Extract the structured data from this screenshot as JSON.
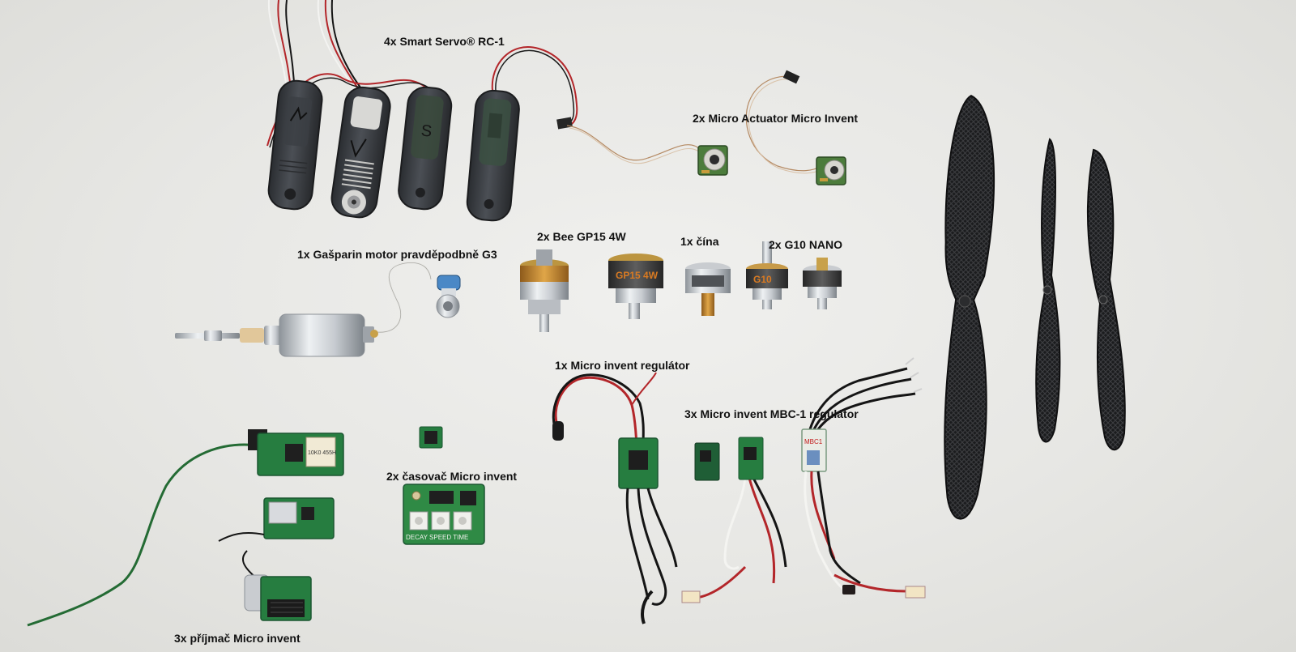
{
  "labels": {
    "servos": "4x Smart Servo® RC-1",
    "actuators": "2x Micro Actuator Micro Invent",
    "gasparin_motor": "1x Gašparin motor pravděpodbně G3",
    "bee_motors": "2x Bee GP15 4W",
    "china_motor": "1x čína",
    "g10_motors": "2x G10 NANO",
    "micro_regulator": "1x Micro invent regulátor",
    "mbc_regulators": "3x Micro invent MBC-1 regulátor",
    "timers": "2x časovač Micro invent",
    "receivers": "3x příjmač Micro invent"
  },
  "component_markings": {
    "bee_motor_text": "GP15 4W",
    "g10_motor_text": "G10",
    "timer_board_text": "DECAY SPEED TIME",
    "receiver_crystal_text": "10K0 455H",
    "mbc_board_text": "MBC1"
  },
  "colors": {
    "background": "#e7e7e5",
    "label_text": "#111111",
    "servo_body": "#2f3236",
    "servo_dark": "#26282b",
    "servo_light": "#d8d8d5",
    "wire_red": "#b3262a",
    "wire_black": "#151515",
    "wire_white": "#f4f4f1",
    "wire_copper": "#b58a63",
    "pcb_green": "#267d40",
    "pcb_dark": "#1b5631",
    "antenna_green": "#246b34",
    "aluminum": "#c9ccd0",
    "motor_dark": "#3d3d3d",
    "motor_gold": "#bc9540",
    "motor_orange": "#d87a22",
    "propeller_carbon": "#1e1f21"
  },
  "icon_names": {
    "servo": "servo-icon",
    "actuator": "actuator-icon",
    "motor": "brushless-motor-icon",
    "regulator": "speed-controller-icon",
    "receiver": "receiver-icon",
    "timer": "timer-icon",
    "propeller": "propeller-icon"
  }
}
